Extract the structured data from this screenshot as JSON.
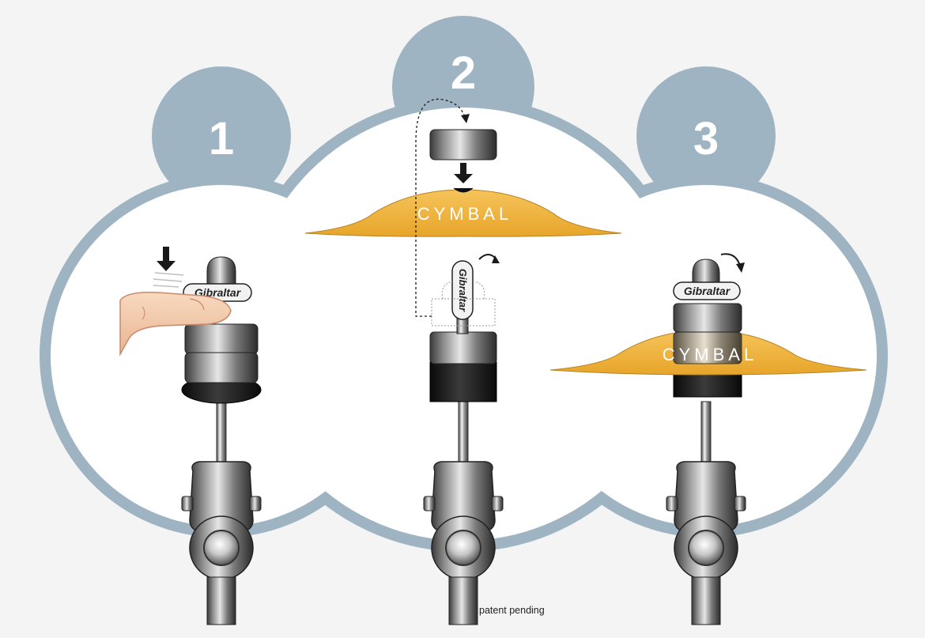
{
  "steps": [
    {
      "number": "1"
    },
    {
      "number": "2"
    },
    {
      "number": "3"
    }
  ],
  "labels": {
    "cymbal": "CYMBAL",
    "brand": "Gibraltar",
    "patent": "patent pending"
  },
  "colors": {
    "background": "#f4f4f4",
    "circle_ring": "#9fb4c2",
    "circle_fill": "#ffffff",
    "cymbal": "#f1b53a",
    "felt": "#1c1c1c",
    "arrow": "#1a1a1a"
  },
  "icons": [
    "finger-press-icon",
    "down-arrow-icon",
    "rotate-arrow-icon",
    "dashed-path-arrow-icon"
  ]
}
